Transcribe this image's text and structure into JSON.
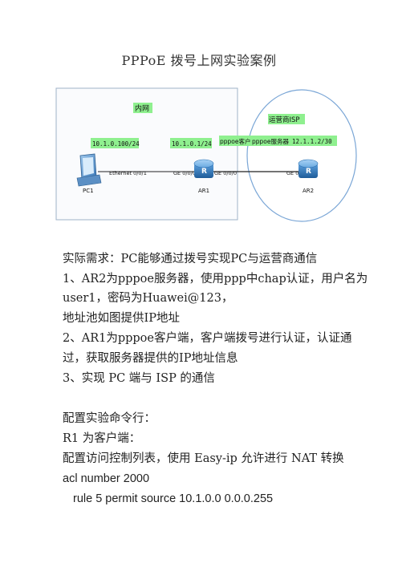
{
  "title": "PPPoE 拨号上网实验案例",
  "diagram": {
    "intranet_label": "内网",
    "isp_label": "运营商ISP",
    "pc_ip": "10.1.0.100/24",
    "ar1_ip": "10.1.0.1/24",
    "client_tag": "pppoe客户端",
    "server_tag": "pppoe服务器",
    "server_ip": "12.1.1.2/30",
    "pc_port": "Ethernet 0/0/1",
    "ar1_port_left": "GE 0/0/0",
    "ar1_port_right": "GE 0/0/0",
    "ar2_port": "GE 0/0/0",
    "pc_name": "PC1",
    "ar1_name": "AR1",
    "ar2_name": "AR2",
    "router_glyph": "R"
  },
  "lines": [
    "实际需求：PC能够通过拨号实现PC与运营商通信",
    "1、AR2为pppoe服务器，使用ppp中chap认证，用户名为",
    "user1，密码为Huawei@123，",
    "地址池如图提供IP地址",
    "2、AR1为pppoe客户端，客户端拨号进行认证，认证通",
    "过，获取服务器提供的IP地址信息",
    "3、实现 PC 端与 ISP 的通信",
    "配置实验命令行：",
    "R1 为客户端：",
    "配置访问控制列表，使用 Easy-ip 允许进行 NAT 转换",
    "acl number 2000",
    "rule 5 permit source 10.1.0.0 0.0.0.255"
  ],
  "colors": {
    "label_green": "#8ff08f",
    "router_blue": "#2a6fb0",
    "frame_border": "#9fb3c8",
    "circle_border": "#7aa6d6"
  }
}
